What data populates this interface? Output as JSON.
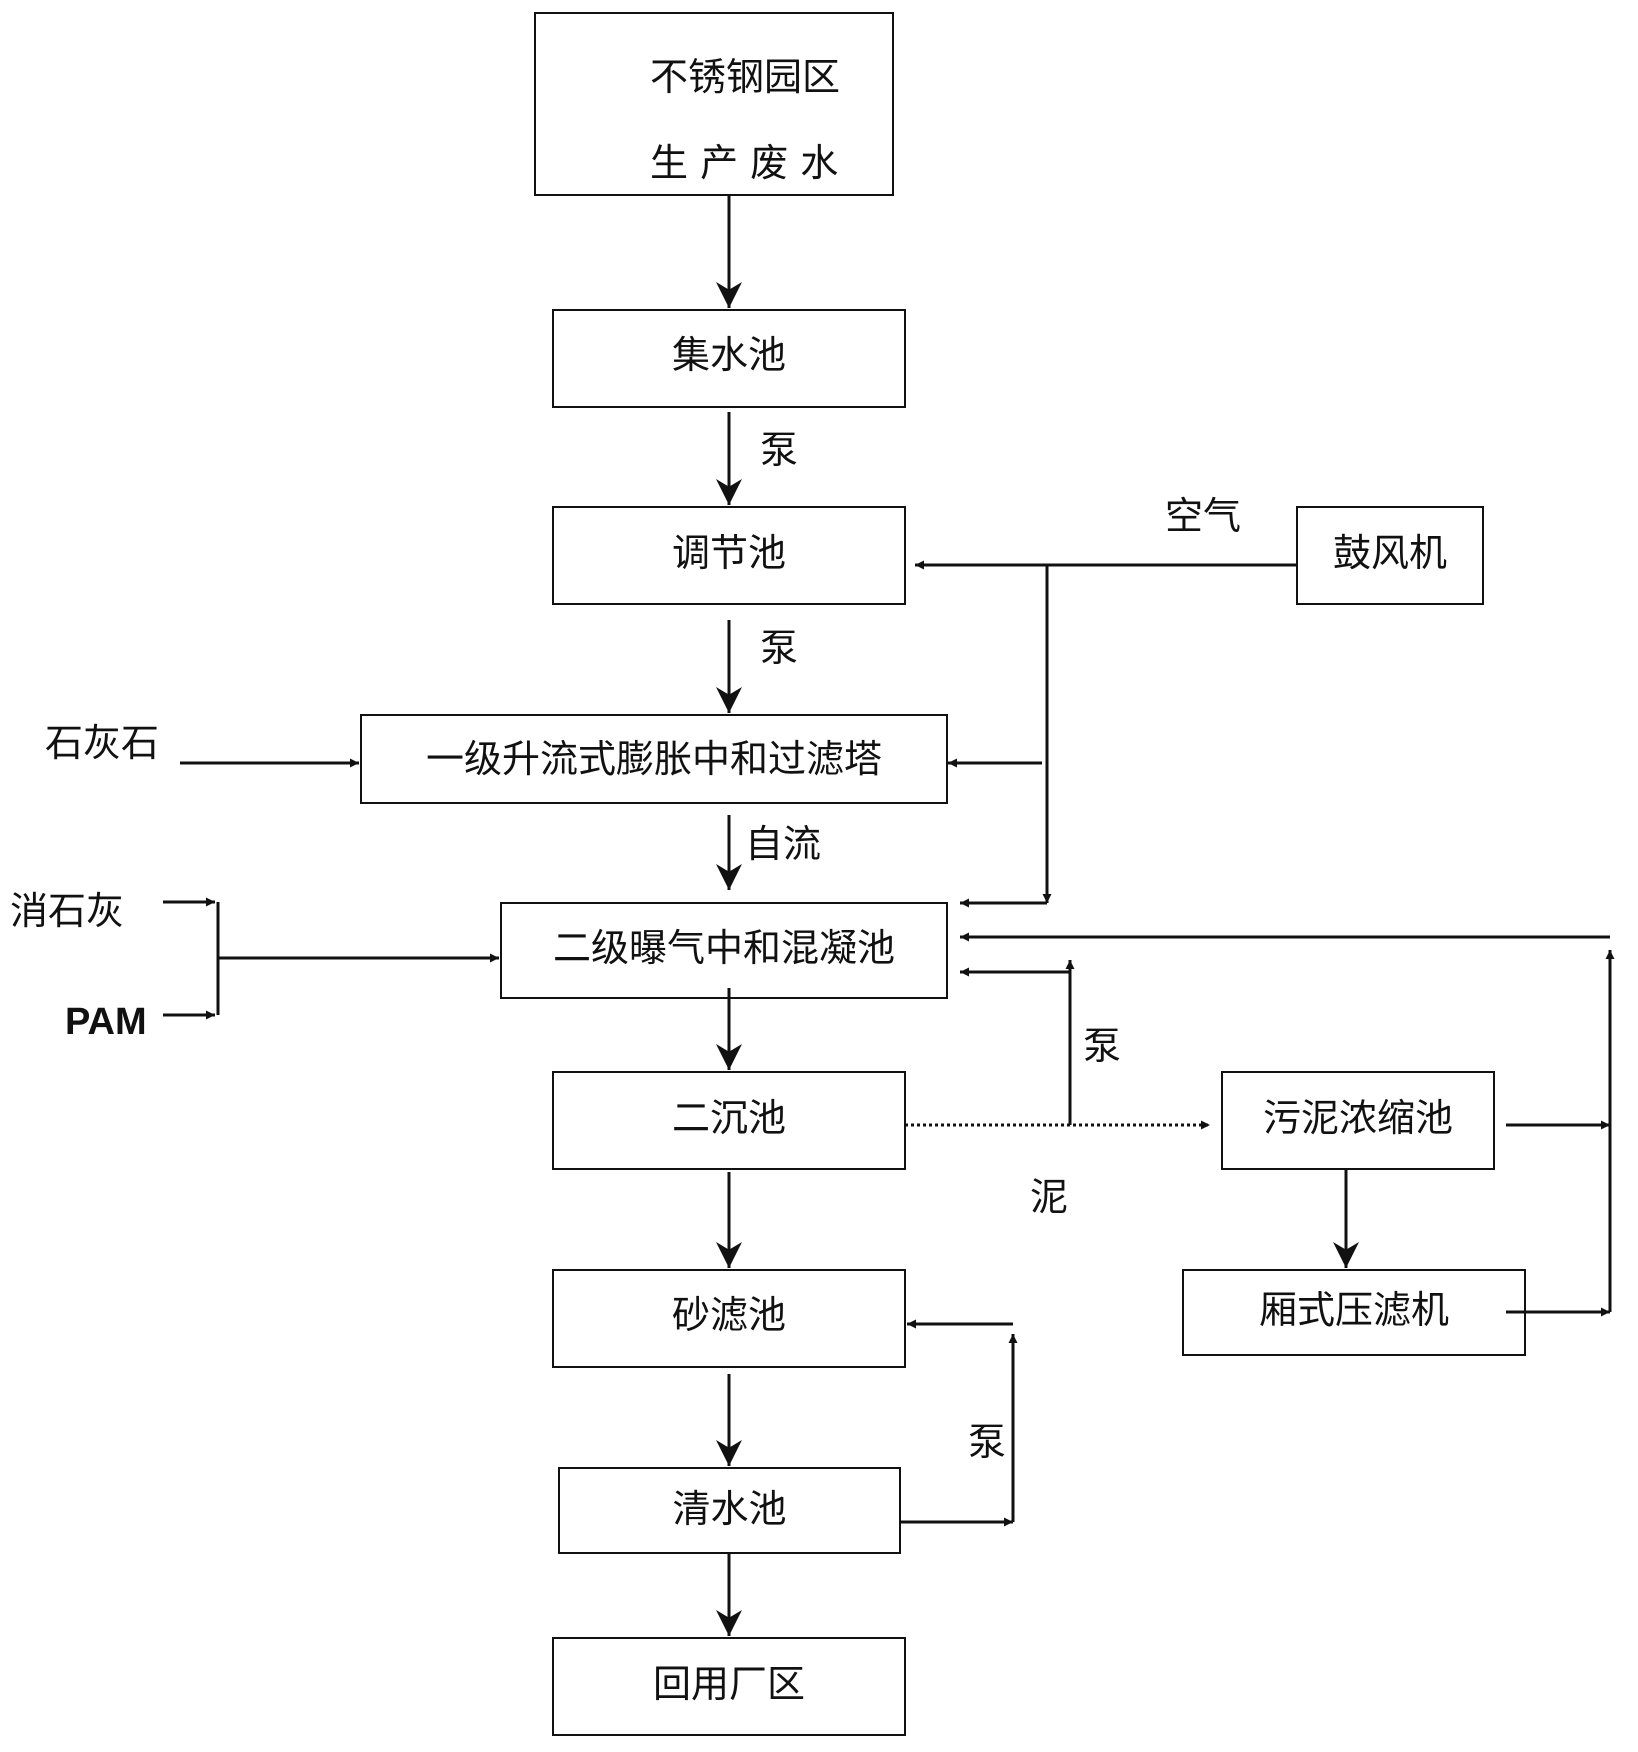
{
  "boxes": {
    "source_line1": "不锈钢园区",
    "source_line2": "生 产 废 水",
    "collection_tank": "集水池",
    "regulating_tank": "调节池",
    "blower": "鼓风机",
    "neutralization_tower": "一级升流式膨胀中和过滤塔",
    "aeration_tank": "二级曝气中和混凝池",
    "secondary_settling": "二沉池",
    "sludge_thickener": "污泥浓缩池",
    "filter_press": "厢式压滤机",
    "sand_filter": "砂滤池",
    "clear_water_tank": "清水池",
    "reuse": "回用厂区"
  },
  "labels": {
    "pump_1": "泵",
    "pump_2": "泵",
    "gravity_flow": "自流",
    "air": "空气",
    "limestone": "石灰石",
    "slaked_lime": "消石灰",
    "pam": "PAM",
    "pump_3": "泵",
    "sludge": "泥",
    "pump_4": "泵"
  }
}
